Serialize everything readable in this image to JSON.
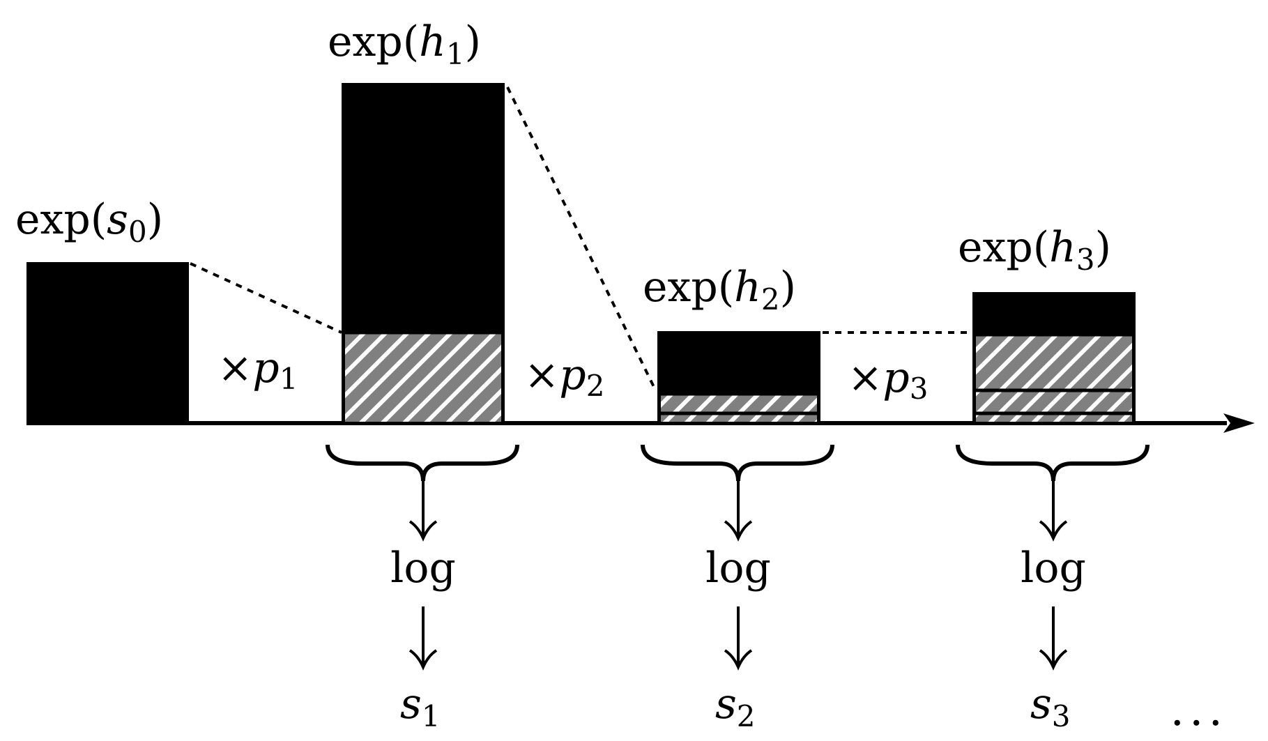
{
  "labels": {
    "exp_s0": {
      "prefix": "exp(",
      "var": "s",
      "sub": "0",
      "suffix": ")"
    },
    "exp_h1": {
      "prefix": "exp(",
      "var": "h",
      "sub": "1",
      "suffix": ")"
    },
    "exp_h2": {
      "prefix": "exp(",
      "var": "h",
      "sub": "2",
      "suffix": ")"
    },
    "exp_h3": {
      "prefix": "exp(",
      "var": "h",
      "sub": "3",
      "suffix": ")"
    },
    "times_p1": {
      "op": "×",
      "var": "p",
      "sub": "1"
    },
    "times_p2": {
      "op": "×",
      "var": "p",
      "sub": "2"
    },
    "times_p3": {
      "op": "×",
      "var": "p",
      "sub": "3"
    },
    "log1": "log",
    "log2": "log",
    "log3": "log",
    "s1": {
      "var": "s",
      "sub": "1"
    },
    "s2": {
      "var": "s",
      "sub": "2"
    },
    "s3": {
      "var": "s",
      "sub": "3"
    },
    "ellipsis": "..."
  },
  "colors": {
    "bar_fill": "#000000",
    "hatch_background": "#808080",
    "hatch_stripe": "#ffffff"
  }
}
